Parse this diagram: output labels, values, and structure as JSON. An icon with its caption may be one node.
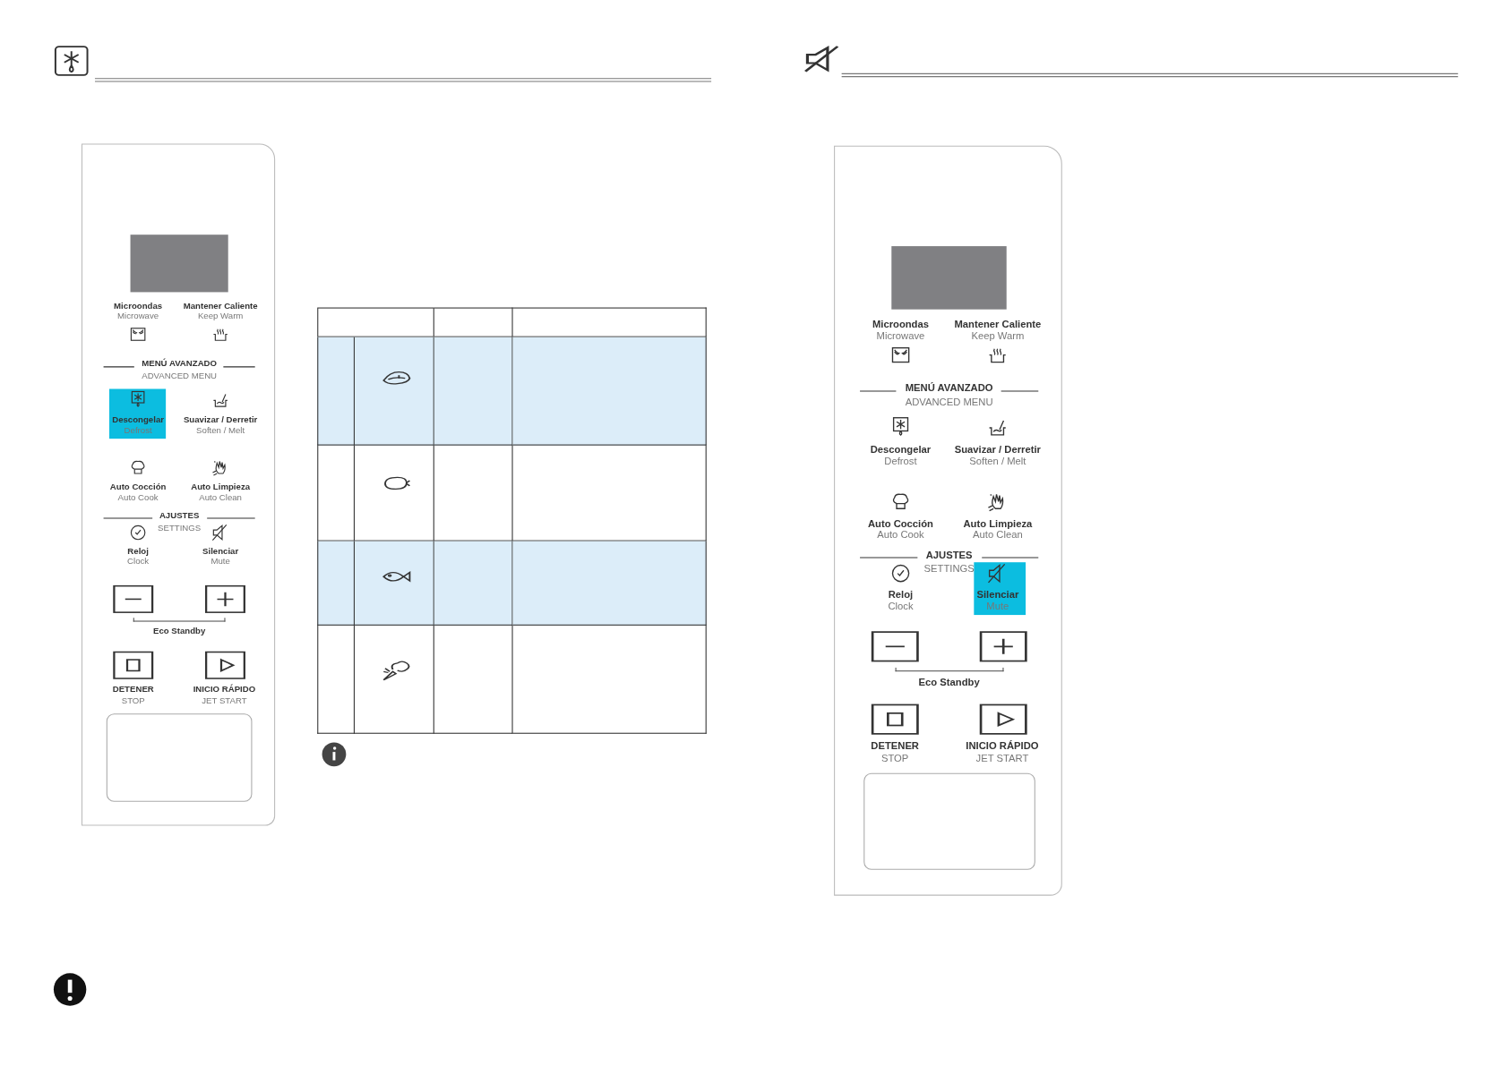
{
  "diagram": {
    "nodes": [
      {
        "text": [],
        "shape": "box"
      },
      {
        "text": [],
        "shape": "box"
      },
      {
        "text": [],
        "shape": "box"
      },
      {
        "text": [],
        "shape": "box"
      }
    ],
    "labels": [
      "Microondas",
      "Microwave",
      "Mantener Caliente",
      "Keep Warm",
      "MENÚ AVANZADO",
      "ADVANCED MENU",
      "Descongelar",
      "Defrost",
      "Suavizar / Derretir",
      "Soften / Melt",
      "Auto Cocción",
      "Auto Cook",
      "Auto Limpieza",
      "Auto Clean",
      "AJUSTES",
      "SETTINGS",
      "Reloj",
      "Clock",
      "Silenciar",
      "Mute",
      "Eco Standby",
      "DETENER",
      "STOP",
      "INICIO RÁPIDO",
      "JET START",
      "Microondas",
      "Microwave",
      "Mantener Caliente",
      "Keep Warm",
      "MENÚ AVANZADO",
      "ADVANCED MENU",
      "Descongelar",
      "Defrost",
      "Suavizar / Derretir",
      "Soften / Melt",
      "Auto Cocción",
      "Auto Cook",
      "Auto Limpieza",
      "Auto Clean",
      "AJUSTES",
      "SETTINGS",
      "Reloj",
      "Clock",
      "Silenciar",
      "Mute",
      "Eco Standby",
      "DETENER",
      "STOP",
      "INICIO RÁPIDO",
      "JET START"
    ]
  }
}
